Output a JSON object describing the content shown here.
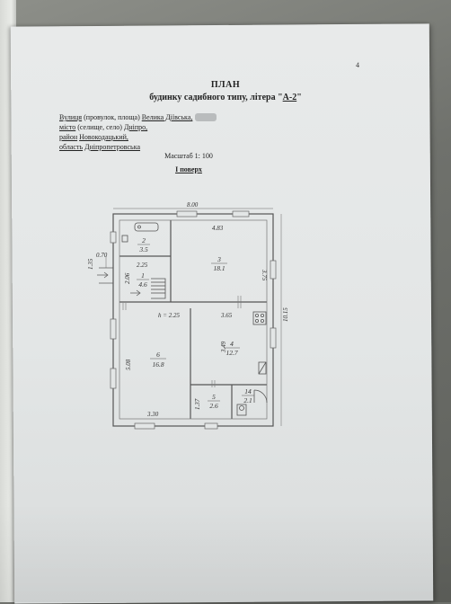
{
  "document": {
    "page_number": "4",
    "title": "ПЛАН",
    "subtitle_prefix": "будинку садибного типу, літера \"",
    "subtitle_letter": "А-2",
    "subtitle_suffix": "\""
  },
  "address": {
    "street_label": "Вулиця",
    "street_hint": " (провулок, площа) ",
    "street_value": "Велика Діївська,",
    "city_label": "місто",
    "city_hint": " (селище, село) ",
    "city_value": "Дніпро,",
    "district_label": "район",
    "district_value": "Новокодацький,",
    "region_label": "область",
    "region_value": "Дніпропетровська"
  },
  "scale": "Масштаб 1: 100",
  "floor": "І поверх",
  "plan": {
    "dimensions": {
      "top": "8.00",
      "room3_width": "4.83",
      "room3_height": "3.75",
      "left_offset": "0.70",
      "left_small": "1.35",
      "hall_width": "2.25",
      "hall_height": "2.06",
      "height_mark": "h = 2.25",
      "room4_width": "3.65",
      "room4_height": "3.49",
      "room6_height": "5.08",
      "right_total": "10.15",
      "bottom_width": "3.30",
      "room5_height": "1.37"
    },
    "rooms": [
      {
        "number": "2",
        "area": "3.5"
      },
      {
        "number": "1",
        "area": "4.6"
      },
      {
        "number": "3",
        "area": "18.1"
      },
      {
        "number": "6",
        "area": "16.8"
      },
      {
        "number": "4",
        "area": "12.7"
      },
      {
        "number": "5",
        "area": "2.6"
      },
      {
        "number": "14",
        "area": "2.1"
      }
    ]
  }
}
